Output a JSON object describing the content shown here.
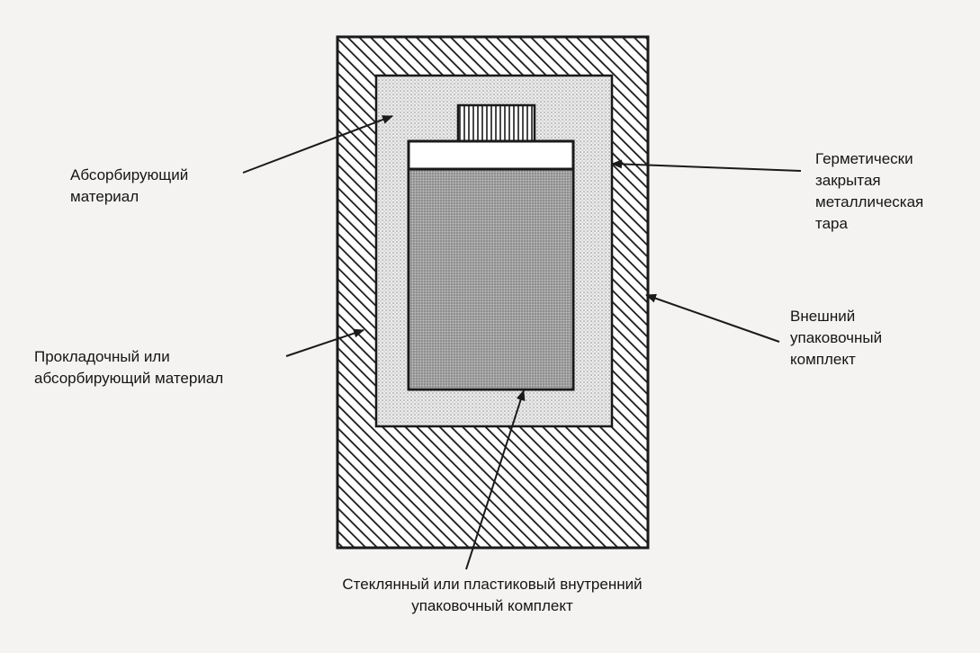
{
  "labels": {
    "absorbent": [
      "Абсорбирующий",
      "материал"
    ],
    "sealed_metal": [
      "Герметически",
      "закрытая",
      "металлическая",
      "тара"
    ],
    "outer_package": [
      "Внешний",
      "упаковочный",
      "комплект"
    ],
    "cushioning": [
      "Прокладочный или",
      "абсорбирующий материал"
    ],
    "inner_package": [
      "Стеклянный или пластиковый внутренний",
      "упаковочный комплект"
    ]
  },
  "colors": {
    "line": "#1a1a1a",
    "hatch_bg": "#ffffff",
    "dots_bg": "#e9e9e9",
    "content_bg": "#9c9c9c"
  }
}
